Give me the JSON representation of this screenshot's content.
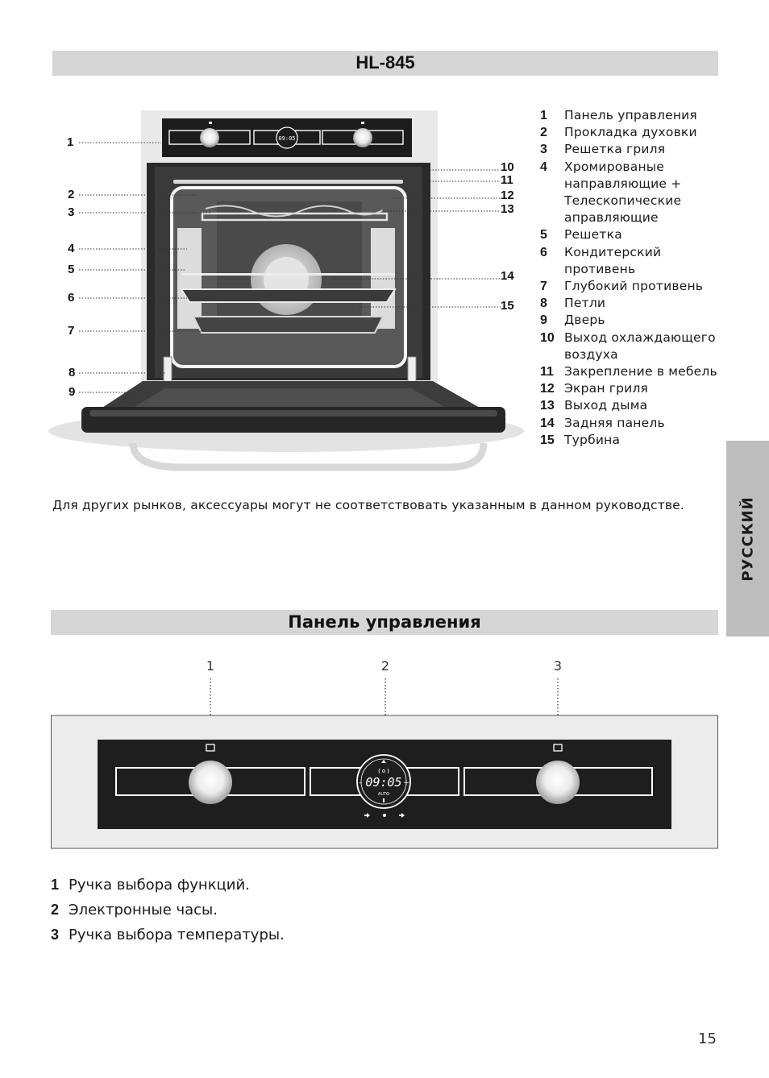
{
  "model_title": "HL-845",
  "side_tab": "РУССКИЙ",
  "oven_callouts": [
    "1",
    "2",
    "3",
    "4",
    "5",
    "6",
    "7",
    "8",
    "9",
    "10",
    "11",
    "12",
    "13",
    "14",
    "15"
  ],
  "oven_display_time": "09:05",
  "legend": [
    {
      "num": "1",
      "text": "Панель управления"
    },
    {
      "num": "2",
      "text": "Прокладка духовки"
    },
    {
      "num": "3",
      "text": "Решетка гриля"
    },
    {
      "num": "4",
      "text": "Хромированые направляющие + Телескопические аправляющие"
    },
    {
      "num": "5",
      "text": "Решетка"
    },
    {
      "num": "6",
      "text": "Кондитерский противень"
    },
    {
      "num": "7",
      "text": "Глубокий противень"
    },
    {
      "num": "8",
      "text": "Петли"
    },
    {
      "num": "9",
      "text": "Дверь"
    },
    {
      "num": "10",
      "text": "Выход охлаждающего воздуха"
    },
    {
      "num": "11",
      "text": "Закрепление в мебель"
    },
    {
      "num": "12",
      "text": "Экран гриля"
    },
    {
      "num": "13",
      "text": "Выход дыма"
    },
    {
      "num": "14",
      "text": "Задняя панель"
    },
    {
      "num": "15",
      "text": "Турбина"
    }
  ],
  "note": "Для других рынков, аксессуары могут не соответствовать указанным в данном руководстве.",
  "panel_title": "Панель управления",
  "panel_callouts": [
    "1",
    "2",
    "3"
  ],
  "panel_display": {
    "time": "09:05",
    "mode": "AUTO",
    "minus": "–",
    "plus": "+"
  },
  "panel_items": [
    {
      "num": "1",
      "text": "Ручка выбора функций."
    },
    {
      "num": "2",
      "text": "Электронные часы."
    },
    {
      "num": "3",
      "text": "Ручка выбора температуры."
    }
  ],
  "page_number": "15"
}
